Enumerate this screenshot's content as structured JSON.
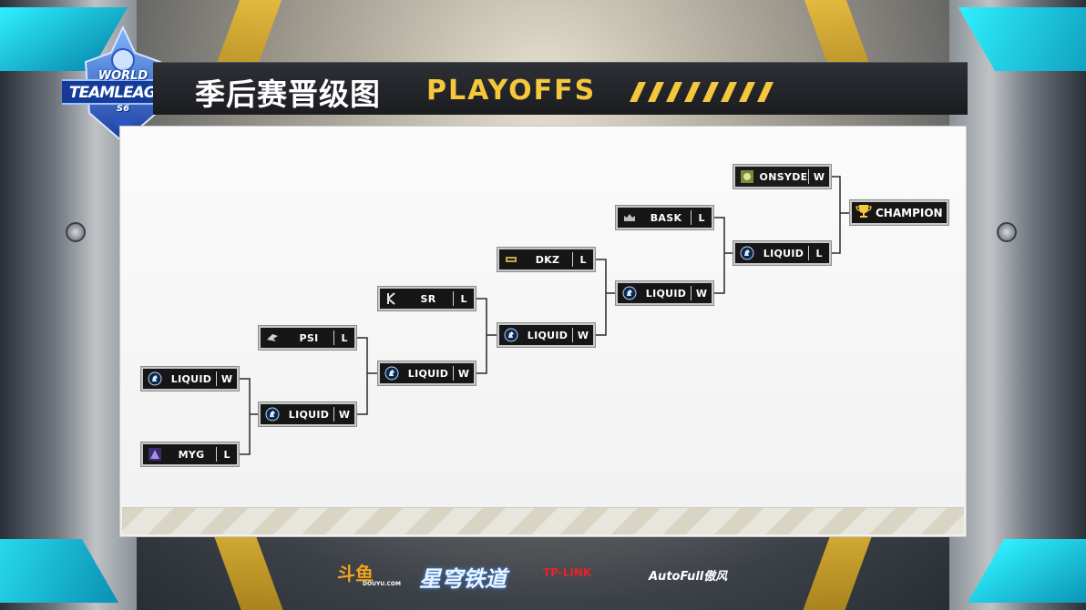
{
  "logo": {
    "line1": "WORLD",
    "line2": "TEAMLEAGUE",
    "line3": "S6"
  },
  "title": {
    "cn": "季后赛晋级图",
    "en": "PLAYOFFS"
  },
  "colors": {
    "accent": "#f4c73c",
    "cyan": "#2ff0ff",
    "box": "#161616"
  },
  "bracket": {
    "round1": [
      {
        "team": "LIQUID",
        "result": "W",
        "icon": "liquid-horse-icon"
      },
      {
        "team": "MYG",
        "result": "L",
        "icon": "myg-icon"
      }
    ],
    "round2": [
      {
        "team": "PSI",
        "result": "L",
        "icon": "psi-icon"
      },
      {
        "team": "LIQUID",
        "result": "W",
        "icon": "liquid-horse-icon"
      }
    ],
    "round3": [
      {
        "team": "SR",
        "result": "L",
        "icon": "sr-icon"
      },
      {
        "team": "LIQUID",
        "result": "W",
        "icon": "liquid-horse-icon"
      }
    ],
    "round4": [
      {
        "team": "DKZ",
        "result": "L",
        "icon": "dkz-icon"
      },
      {
        "team": "LIQUID",
        "result": "W",
        "icon": "liquid-horse-icon"
      }
    ],
    "round5": [
      {
        "team": "BASK",
        "result": "L",
        "icon": "bask-icon"
      },
      {
        "team": "LIQUID",
        "result": "W",
        "icon": "liquid-horse-icon"
      }
    ],
    "final": [
      {
        "team": "ONSYDE",
        "result": "W",
        "icon": "onsyde-icon"
      },
      {
        "team": "LIQUID",
        "result": "L",
        "icon": "liquid-horse-icon"
      }
    ],
    "champion": {
      "label": "CHAMPION",
      "icon": "trophy-icon"
    }
  },
  "sponsors": {
    "douyu": "斗鱼",
    "douyu_sub": "DOUYU.COM",
    "game": "星穹铁道",
    "tp": "TP-LINK",
    "autofull": "AutoFull傲风"
  }
}
